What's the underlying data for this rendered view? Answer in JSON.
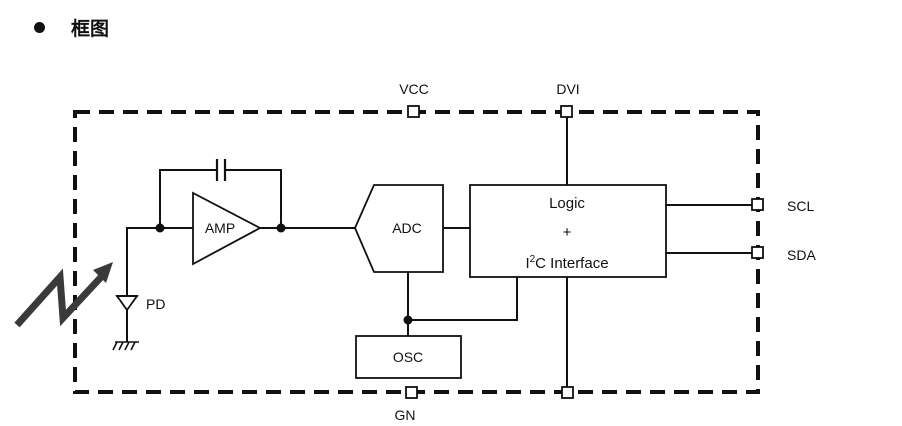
{
  "heading": {
    "text": "框图"
  },
  "pins": {
    "vcc": "VCC",
    "dvi": "DVI",
    "scl": "SCL",
    "sda": "SDA",
    "gnd": "GN"
  },
  "blocks": {
    "amp": "AMP",
    "adc": "ADC",
    "osc": "OSC",
    "logic_line1": "Logic",
    "logic_line2": "+",
    "logic_line3_prefix": "I",
    "logic_line3_sup": "2",
    "logic_line3_suffix": "C Interface"
  },
  "components": {
    "photodiode": "PD"
  },
  "colors": {
    "line": "#111111",
    "light_arrow": "#3a3a3a"
  }
}
